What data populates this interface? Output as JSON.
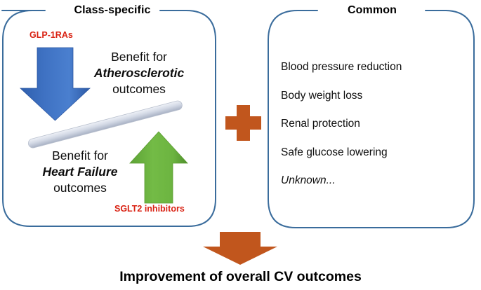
{
  "panels": {
    "left": {
      "title": "Class-specific",
      "drug_label_top": "GLP-1RAs",
      "drug_label_bottom": "SGLT2 inhibitors",
      "benefit_top": {
        "line1": "Benefit for",
        "line2": "Atherosclerotic",
        "line3": "outcomes"
      },
      "benefit_bottom": {
        "line1": "Benefit for",
        "line2": "Heart Failure",
        "line3": "outcomes"
      }
    },
    "right": {
      "title": "Common",
      "items": [
        "Blood pressure reduction",
        "Body weight loss",
        "Renal protection",
        "Safe glucose lowering",
        "Unknown..."
      ]
    }
  },
  "connector": {
    "plus_symbol": "+"
  },
  "conclusion": {
    "text": "Improvement of overall CV outcomes"
  },
  "colors": {
    "panel_border": "#3a6c9c",
    "down_arrow_blue": "#3d6fbf",
    "up_arrow_green": "#6cb33f",
    "accent_orange": "#c1561d",
    "drug_label_red": "#d92213",
    "balance_bar_gray": "#c5cad6"
  }
}
